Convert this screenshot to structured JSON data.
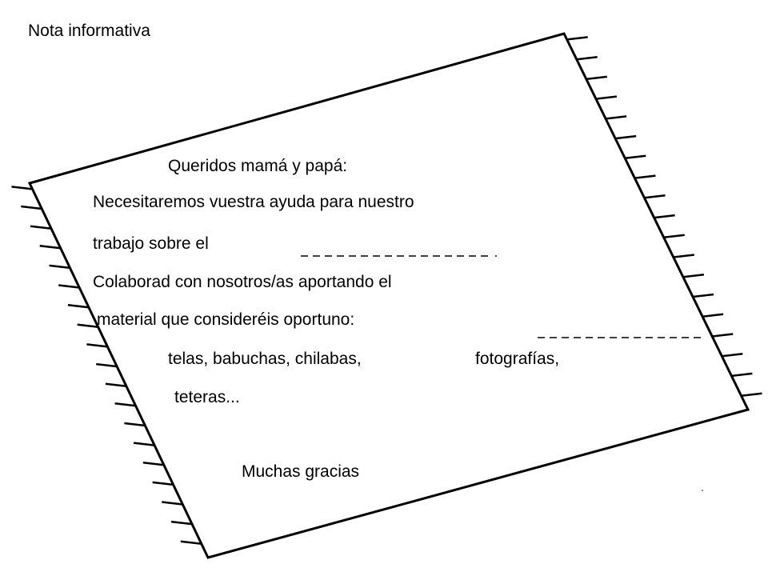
{
  "document": {
    "title": "Nota informativa",
    "greeting": "Queridos mamá y papá:",
    "line1": "Necesitaremos vuestra ayuda para nuestro",
    "line2": "trabajo sobre el",
    "line3": "Colaborad con nosotros/as aportando el",
    "line4": "material que consideréis oportuno:",
    "line5a": "telas, babuchas, chilabas,",
    "line5b": "fotografías,",
    "line6": "teteras...",
    "closing": "Muchas gracias"
  },
  "colors": {
    "ink": "#000000",
    "paper": "#ffffff"
  },
  "icons": {
    "rug": "fringed-rug-outline"
  }
}
